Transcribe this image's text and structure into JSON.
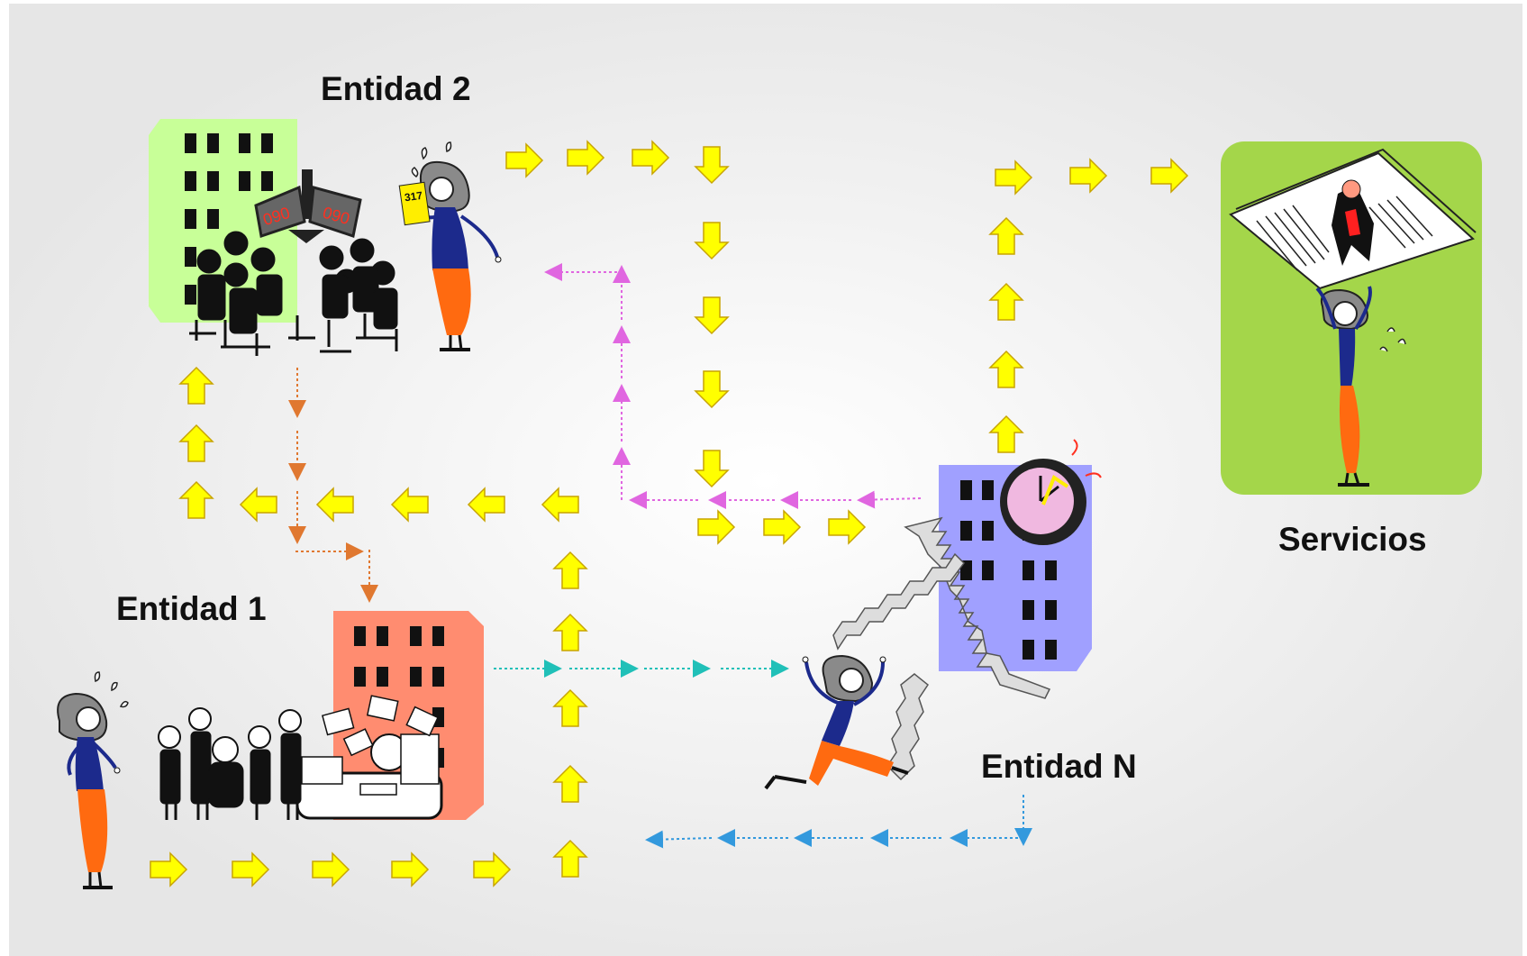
{
  "labels": {
    "entidad_2": "Entidad 2",
    "entidad_1": "Entidad 1",
    "entidad_n": "Entidad N",
    "servicios": "Servicios"
  },
  "signs": {
    "number_sign": "090",
    "ticket": "317"
  },
  "colors": {
    "background": "#ebebeb",
    "yellow_arrow": "#ffff00",
    "arrow_outline": "#c8a400",
    "entidad_2_building": "#c8ff98",
    "entidad_1_building": "#ff8c70",
    "entidad_n_building": "#a0a0ff",
    "servicios_panel": "#a4d64a",
    "orange_path": "#e07830",
    "magenta_path": "#e066e0",
    "cyan_path": "#30c8c0",
    "blue_path": "#3399dd",
    "skirt": "#ff6a10",
    "shirt": "#1c2a8c"
  }
}
